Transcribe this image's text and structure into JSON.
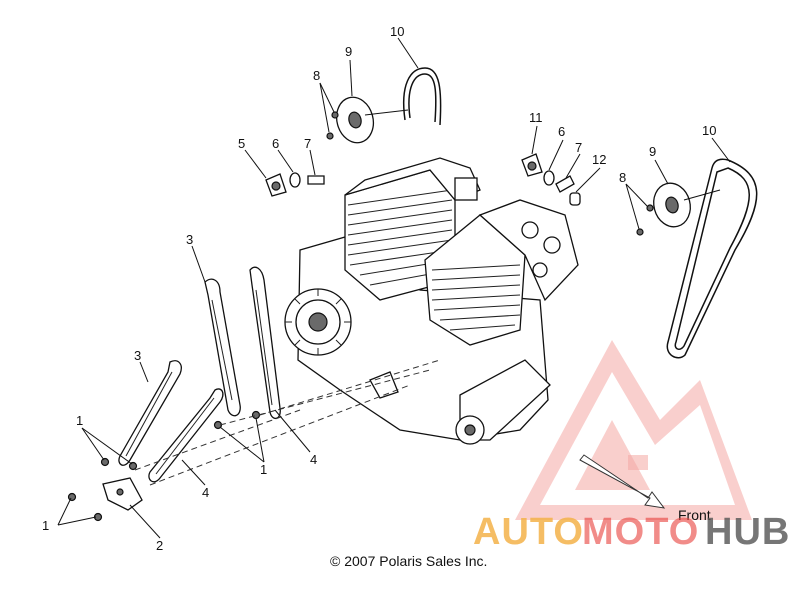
{
  "callouts": {
    "c10_top": "10",
    "c9_top": "9",
    "c8_top": "8",
    "c5": "5",
    "c6_left": "6",
    "c7_left": "7",
    "c11": "11",
    "c6_right": "6",
    "c7_right": "7",
    "c12": "12",
    "c10_right": "10",
    "c9_right": "9",
    "c8_right": "8",
    "c3_upper": "3",
    "c3_lower": "3",
    "c1_upper": "1",
    "c1_lower": "1",
    "c1_middle": "1",
    "c4_right": "4",
    "c4_lower": "4",
    "c2": "2"
  },
  "labels": {
    "front": "Front",
    "copyright": "© 2007 Polaris Sales Inc."
  },
  "watermark": {
    "part1": "AUTO",
    "part2": "MOTO",
    "part3": "HUB",
    "color_primary": "#e8403c",
    "color_secondary": "#f4b24a",
    "color_dark": "#555555"
  }
}
